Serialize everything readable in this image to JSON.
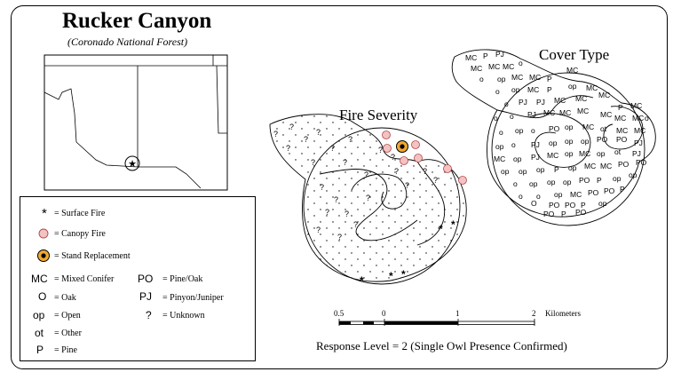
{
  "title": "Rucker Canyon",
  "subtitle": "(Coronado National Forest)",
  "panels": {
    "fire": "Fire Severity",
    "cover": "Cover Type"
  },
  "legend": {
    "fire_items": [
      {
        "symbol": "*",
        "label": "= Surface Fire"
      },
      {
        "symbol": "",
        "label": "= Canopy Fire"
      },
      {
        "symbol": "",
        "label": "= Stand Replacement"
      }
    ],
    "cover_left": [
      {
        "code": "MC",
        "label": "= Mixed Conifer"
      },
      {
        "code": "O",
        "label": "= Oak"
      },
      {
        "code": "op",
        "label": "= Open"
      },
      {
        "code": "ot",
        "label": "= Other"
      },
      {
        "code": "P",
        "label": "= Pine"
      }
    ],
    "cover_right": [
      {
        "code": "PO",
        "label": "= Pine/Oak"
      },
      {
        "code": "PJ",
        "label": "= Pinyon/Juniper"
      },
      {
        "code": "?",
        "label": "= Unknown"
      }
    ]
  },
  "scale": {
    "ticks": [
      "0.5",
      "0",
      "1",
      "2"
    ],
    "unit": "Kilometers"
  },
  "response_level": "Response Level = 2 (Single Owl Presence Confirmed)",
  "colors": {
    "canopy_fill": "#f4c2c2",
    "stand_outer": "#f0a830",
    "stand_inner": "#000000"
  }
}
